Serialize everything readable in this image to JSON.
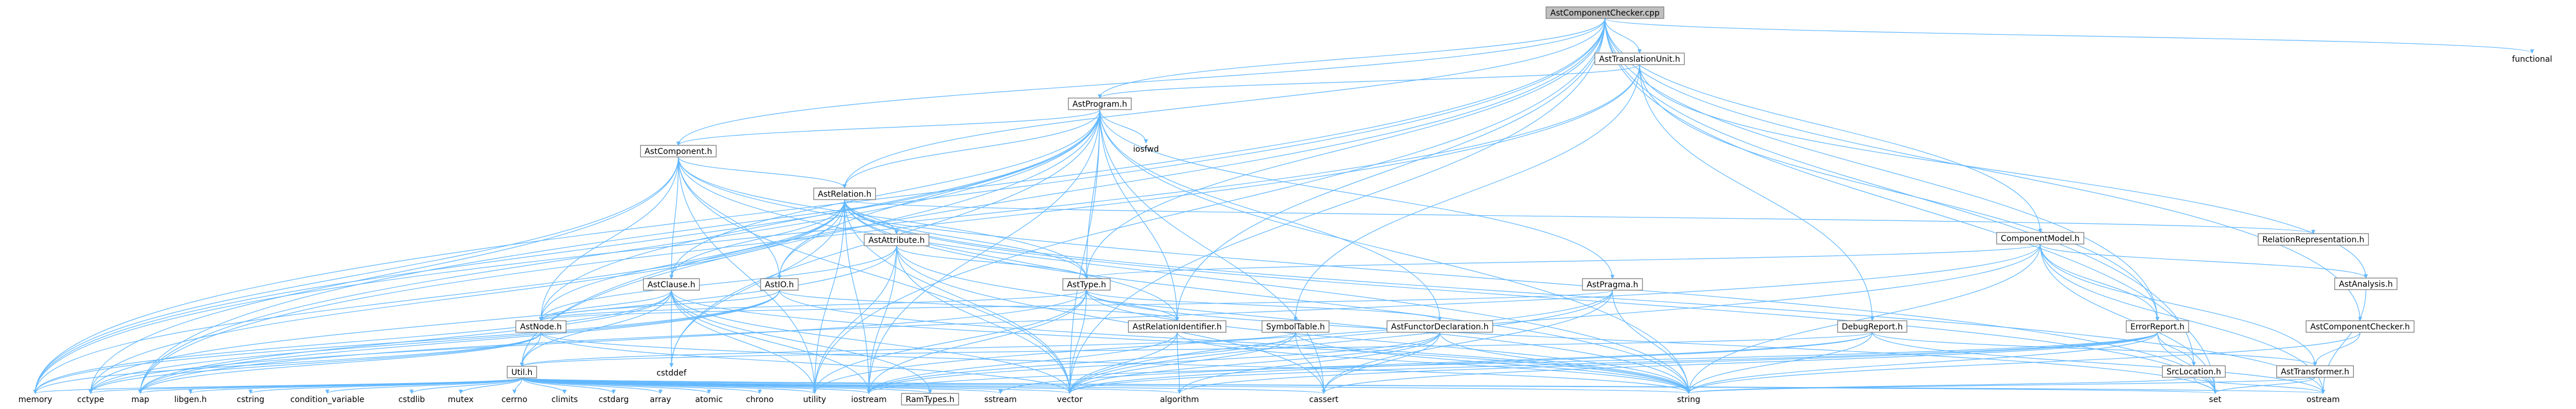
{
  "graph": {
    "root": "AstComponentChecker.cpp",
    "colors": {
      "root_fill": "#bfbfbf",
      "node_fill": "#ffffff",
      "border": "#7f7f7f",
      "edge": "#63b8ff",
      "external_text": "#7f7f7f",
      "highlight_text": "#ff0000"
    },
    "nodes": [
      {
        "id": "root",
        "label": "AstComponentChecker.cpp",
        "style": "root"
      },
      {
        "id": "AstTranslationUnit_h",
        "label": "AstTranslationUnit.h",
        "style": "file"
      },
      {
        "id": "functional",
        "label": "functional",
        "style": "system"
      },
      {
        "id": "AstProgram_h",
        "label": "AstProgram.h",
        "style": "file"
      },
      {
        "id": "iosfwd",
        "label": "iosfwd",
        "style": "system"
      },
      {
        "id": "AstComponent_h",
        "label": "AstComponent.h",
        "style": "file"
      },
      {
        "id": "AstRelation_h",
        "label": "AstRelation.h",
        "style": "file"
      },
      {
        "id": "RelationRepresentation_h",
        "label": "RelationRepresentation.h",
        "style": "file"
      },
      {
        "id": "ComponentModel_h",
        "label": "ComponentModel.h",
        "style": "file"
      },
      {
        "id": "AstAnalysis_h",
        "label": "AstAnalysis.h",
        "style": "file"
      },
      {
        "id": "AstAttribute_h",
        "label": "AstAttribute.h",
        "style": "file"
      },
      {
        "id": "AstClause_h",
        "label": "AstClause.h",
        "style": "highlight"
      },
      {
        "id": "AstIO_h",
        "label": "AstIO.h",
        "style": "file"
      },
      {
        "id": "AstType_h",
        "label": "AstType.h",
        "style": "file"
      },
      {
        "id": "AstPragma_h",
        "label": "AstPragma.h",
        "style": "file"
      },
      {
        "id": "AstNode_h",
        "label": "AstNode.h",
        "style": "highlight"
      },
      {
        "id": "AstRelationIdentifier_h",
        "label": "AstRelationIdentifier.h",
        "style": "file"
      },
      {
        "id": "SymbolTable_h",
        "label": "SymbolTable.h",
        "style": "highlight"
      },
      {
        "id": "AstFunctorDeclaration_h",
        "label": "AstFunctorDeclaration.h",
        "style": "file"
      },
      {
        "id": "DebugReport_h",
        "label": "DebugReport.h",
        "style": "file"
      },
      {
        "id": "ErrorReport_h",
        "label": "ErrorReport.h",
        "style": "file"
      },
      {
        "id": "AstComponentChecker_h",
        "label": "AstComponentChecker.h",
        "style": "file"
      },
      {
        "id": "AstTransformer_h",
        "label": "AstTransformer.h",
        "style": "file"
      },
      {
        "id": "SrcLocation_h",
        "label": "SrcLocation.h",
        "style": "file"
      },
      {
        "id": "Util_h",
        "label": "Util.h",
        "style": "highlight"
      },
      {
        "id": "cstddef",
        "label": "cstddef",
        "style": "system"
      },
      {
        "id": "memory",
        "label": "memory",
        "style": "system"
      },
      {
        "id": "cctype",
        "label": "cctype",
        "style": "system"
      },
      {
        "id": "map",
        "label": "map",
        "style": "system"
      },
      {
        "id": "libgen_h",
        "label": "libgen.h",
        "style": "system"
      },
      {
        "id": "cstring",
        "label": "cstring",
        "style": "system"
      },
      {
        "id": "condition_variable",
        "label": "condition_variable",
        "style": "system"
      },
      {
        "id": "cstdlib",
        "label": "cstdlib",
        "style": "system"
      },
      {
        "id": "mutex",
        "label": "mutex",
        "style": "system"
      },
      {
        "id": "cerrno",
        "label": "cerrno",
        "style": "system"
      },
      {
        "id": "climits",
        "label": "climits",
        "style": "system"
      },
      {
        "id": "cstdarg",
        "label": "cstdarg",
        "style": "system"
      },
      {
        "id": "array",
        "label": "array",
        "style": "system"
      },
      {
        "id": "atomic",
        "label": "atomic",
        "style": "system"
      },
      {
        "id": "chrono",
        "label": "chrono",
        "style": "system"
      },
      {
        "id": "utility",
        "label": "utility",
        "style": "system"
      },
      {
        "id": "iostream",
        "label": "iostream",
        "style": "system"
      },
      {
        "id": "RamTypes_h",
        "label": "RamTypes.h",
        "style": "highlight"
      },
      {
        "id": "sstream",
        "label": "sstream",
        "style": "system"
      },
      {
        "id": "vector",
        "label": "vector",
        "style": "system"
      },
      {
        "id": "algorithm",
        "label": "algorithm",
        "style": "system"
      },
      {
        "id": "cassert",
        "label": "cassert",
        "style": "system"
      },
      {
        "id": "string",
        "label": "string",
        "style": "system"
      },
      {
        "id": "set",
        "label": "set",
        "style": "system"
      },
      {
        "id": "ostream",
        "label": "ostream",
        "style": "system"
      }
    ],
    "edges": [
      [
        "root",
        "AstTranslationUnit_h"
      ],
      [
        "root",
        "functional"
      ],
      [
        "root",
        "AstProgram_h"
      ],
      [
        "root",
        "AstComponent_h"
      ],
      [
        "root",
        "AstRelation_h"
      ],
      [
        "root",
        "ComponentModel_h"
      ],
      [
        "root",
        "AstType_h"
      ],
      [
        "root",
        "AstRelationIdentifier_h"
      ],
      [
        "root",
        "ErrorReport_h"
      ],
      [
        "root",
        "AstComponentChecker_h"
      ],
      [
        "root",
        "SrcLocation_h"
      ],
      [
        "root",
        "Util_h"
      ],
      [
        "root",
        "map"
      ],
      [
        "root",
        "set"
      ],
      [
        "root",
        "vector"
      ],
      [
        "root",
        "utility"
      ],
      [
        "root",
        "memory"
      ],
      [
        "AstTranslationUnit_h",
        "AstProgram_h"
      ],
      [
        "AstTranslationUnit_h",
        "AstAnalysis_h"
      ],
      [
        "AstTranslationUnit_h",
        "DebugReport_h"
      ],
      [
        "AstTranslationUnit_h",
        "ErrorReport_h"
      ],
      [
        "AstTranslationUnit_h",
        "SymbolTable_h"
      ],
      [
        "AstTranslationUnit_h",
        "map"
      ],
      [
        "AstTranslationUnit_h",
        "memory"
      ],
      [
        "AstProgram_h",
        "iosfwd"
      ],
      [
        "AstProgram_h",
        "AstComponent_h"
      ],
      [
        "AstProgram_h",
        "AstRelation_h"
      ],
      [
        "AstProgram_h",
        "AstType_h"
      ],
      [
        "AstProgram_h",
        "AstPragma_h"
      ],
      [
        "AstProgram_h",
        "AstFunctorDeclaration_h"
      ],
      [
        "AstProgram_h",
        "AstIO_h"
      ],
      [
        "AstProgram_h",
        "AstClause_h"
      ],
      [
        "AstProgram_h",
        "AstNode_h"
      ],
      [
        "AstProgram_h",
        "AstRelationIdentifier_h"
      ],
      [
        "AstProgram_h",
        "Util_h"
      ],
      [
        "AstProgram_h",
        "map"
      ],
      [
        "AstProgram_h",
        "memory"
      ],
      [
        "AstProgram_h",
        "string"
      ],
      [
        "AstProgram_h",
        "vector"
      ],
      [
        "AstProgram_h",
        "cassert"
      ],
      [
        "AstProgram_h",
        "cstddef"
      ],
      [
        "AstProgram_h",
        "iostream"
      ],
      [
        "AstComponent_h",
        "AstRelation_h"
      ],
      [
        "AstComponent_h",
        "AstClause_h"
      ],
      [
        "AstComponent_h",
        "AstIO_h"
      ],
      [
        "AstComponent_h",
        "AstType_h"
      ],
      [
        "AstComponent_h",
        "AstNode_h"
      ],
      [
        "AstComponent_h",
        "memory"
      ],
      [
        "AstComponent_h",
        "string"
      ],
      [
        "AstComponent_h",
        "vector"
      ],
      [
        "AstComponent_h",
        "cctype"
      ],
      [
        "AstComponent_h",
        "utility"
      ],
      [
        "AstComponent_h",
        "set"
      ],
      [
        "AstRelation_h",
        "RelationRepresentation_h"
      ],
      [
        "AstRelation_h",
        "AstAttribute_h"
      ],
      [
        "AstRelation_h",
        "AstClause_h"
      ],
      [
        "AstRelation_h",
        "AstIO_h"
      ],
      [
        "AstRelation_h",
        "AstType_h"
      ],
      [
        "AstRelation_h",
        "AstNode_h"
      ],
      [
        "AstRelation_h",
        "AstRelationIdentifier_h"
      ],
      [
        "AstRelation_h",
        "set"
      ],
      [
        "AstRelation_h",
        "string"
      ],
      [
        "AstRelation_h",
        "vector"
      ],
      [
        "AstRelation_h",
        "memory"
      ],
      [
        "AstRelation_h",
        "cctype"
      ],
      [
        "AstRelation_h",
        "iostream"
      ],
      [
        "AstRelation_h",
        "utility"
      ],
      [
        "AstRelation_h",
        "cstddef"
      ],
      [
        "AstRelation_h",
        "ostream"
      ],
      [
        "ComponentModel_h",
        "AstAnalysis_h"
      ],
      [
        "ComponentModel_h",
        "AstType_h"
      ],
      [
        "ComponentModel_h",
        "AstTransformer_h"
      ],
      [
        "ComponentModel_h",
        "ErrorReport_h"
      ],
      [
        "ComponentModel_h",
        "map"
      ],
      [
        "ComponentModel_h",
        "set"
      ],
      [
        "ComponentModel_h",
        "string"
      ],
      [
        "ComponentModel_h",
        "vector"
      ],
      [
        "ComponentModel_h",
        "ostream"
      ],
      [
        "AstAnalysis_h",
        "ostream"
      ],
      [
        "AstAttribute_h",
        "AstType_h"
      ],
      [
        "AstAttribute_h",
        "AstNode_h"
      ],
      [
        "AstAttribute_h",
        "iostream"
      ],
      [
        "AstAttribute_h",
        "string"
      ],
      [
        "AstAttribute_h",
        "utility"
      ],
      [
        "AstAttribute_h",
        "cassert"
      ],
      [
        "AstAttribute_h",
        "vector"
      ],
      [
        "AstAttribute_h",
        "cctype"
      ],
      [
        "AstClause_h",
        "AstNode_h"
      ],
      [
        "AstClause_h",
        "Util_h"
      ],
      [
        "AstClause_h",
        "map"
      ],
      [
        "AstClause_h",
        "memory"
      ],
      [
        "AstClause_h",
        "cstddef"
      ],
      [
        "AstClause_h",
        "vector"
      ],
      [
        "AstClause_h",
        "utility"
      ],
      [
        "AstClause_h",
        "string"
      ],
      [
        "AstClause_h",
        "iostream"
      ],
      [
        "AstClause_h",
        "RamTypes_h"
      ],
      [
        "AstIO_h",
        "AstNode_h"
      ],
      [
        "AstIO_h",
        "AstRelationIdentifier_h"
      ],
      [
        "AstIO_h",
        "map"
      ],
      [
        "AstIO_h",
        "string"
      ],
      [
        "AstIO_h",
        "cctype"
      ],
      [
        "AstIO_h",
        "memory"
      ],
      [
        "AstType_h",
        "AstNode_h"
      ],
      [
        "AstType_h",
        "AstRelationIdentifier_h"
      ],
      [
        "AstType_h",
        "set"
      ],
      [
        "AstType_h",
        "string"
      ],
      [
        "AstType_h",
        "vector"
      ],
      [
        "AstType_h",
        "iostream"
      ],
      [
        "AstType_h",
        "utility"
      ],
      [
        "AstType_h",
        "cctype"
      ],
      [
        "AstPragma_h",
        "AstNode_h"
      ],
      [
        "AstPragma_h",
        "string"
      ],
      [
        "AstPragma_h",
        "cassert"
      ],
      [
        "AstPragma_h",
        "vector"
      ],
      [
        "AstPragma_h",
        "utility"
      ],
      [
        "AstNode_h",
        "Util_h"
      ],
      [
        "AstNode_h",
        "memory"
      ],
      [
        "AstNode_h",
        "string"
      ],
      [
        "AstNode_h",
        "vector"
      ],
      [
        "AstNode_h",
        "map"
      ],
      [
        "AstNode_h",
        "cctype"
      ],
      [
        "AstRelationIdentifier_h",
        "string"
      ],
      [
        "AstRelationIdentifier_h",
        "vector"
      ],
      [
        "AstRelationIdentifier_h",
        "algorithm"
      ],
      [
        "AstRelationIdentifier_h",
        "iostream"
      ],
      [
        "SymbolTable_h",
        "Util_h"
      ],
      [
        "SymbolTable_h",
        "cassert"
      ],
      [
        "SymbolTable_h",
        "iostream"
      ],
      [
        "SymbolTable_h",
        "string"
      ],
      [
        "SymbolTable_h",
        "vector"
      ],
      [
        "AstFunctorDeclaration_h",
        "AstType_h"
      ],
      [
        "AstFunctorDeclaration_h",
        "cassert"
      ],
      [
        "AstFunctorDeclaration_h",
        "string"
      ],
      [
        "AstFunctorDeclaration_h",
        "vector"
      ],
      [
        "AstFunctorDeclaration_h",
        "algorithm"
      ],
      [
        "AstFunctorDeclaration_h",
        "iostream"
      ],
      [
        "DebugReport_h",
        "AstTransformer_h"
      ],
      [
        "DebugReport_h",
        "Util_h"
      ],
      [
        "DebugReport_h",
        "sstream"
      ],
      [
        "DebugReport_h",
        "string"
      ],
      [
        "DebugReport_h",
        "vector"
      ],
      [
        "DebugReport_h",
        "ostream"
      ],
      [
        "ErrorReport_h",
        "SrcLocation_h"
      ],
      [
        "ErrorReport_h",
        "algorithm"
      ],
      [
        "ErrorReport_h",
        "cassert"
      ],
      [
        "ErrorReport_h",
        "iostream"
      ],
      [
        "ErrorReport_h",
        "set"
      ],
      [
        "ErrorReport_h",
        "string"
      ],
      [
        "ErrorReport_h",
        "vector"
      ],
      [
        "AstComponentChecker_h",
        "AstTransformer_h"
      ],
      [
        "AstComponentChecker_h",
        "string"
      ],
      [
        "AstTransformer_h",
        "string"
      ],
      [
        "AstTransformer_h",
        "set"
      ],
      [
        "SrcLocation_h",
        "string"
      ],
      [
        "SrcLocation_h",
        "ostream"
      ],
      [
        "SrcLocation_h",
        "set"
      ],
      [
        "Util_h",
        "memory"
      ],
      [
        "Util_h",
        "cctype"
      ],
      [
        "Util_h",
        "map"
      ],
      [
        "Util_h",
        "libgen_h"
      ],
      [
        "Util_h",
        "cstring"
      ],
      [
        "Util_h",
        "condition_variable"
      ],
      [
        "Util_h",
        "cstdlib"
      ],
      [
        "Util_h",
        "mutex"
      ],
      [
        "Util_h",
        "cerrno"
      ],
      [
        "Util_h",
        "climits"
      ],
      [
        "Util_h",
        "cstdarg"
      ],
      [
        "Util_h",
        "array"
      ],
      [
        "Util_h",
        "atomic"
      ],
      [
        "Util_h",
        "chrono"
      ],
      [
        "Util_h",
        "utility"
      ],
      [
        "Util_h",
        "iostream"
      ],
      [
        "Util_h",
        "RamTypes_h"
      ],
      [
        "Util_h",
        "sstream"
      ],
      [
        "Util_h",
        "vector"
      ],
      [
        "Util_h",
        "algorithm"
      ],
      [
        "Util_h",
        "cassert"
      ],
      [
        "Util_h",
        "string"
      ],
      [
        "Util_h",
        "set"
      ],
      [
        "Util_h",
        "ostream"
      ]
    ]
  }
}
